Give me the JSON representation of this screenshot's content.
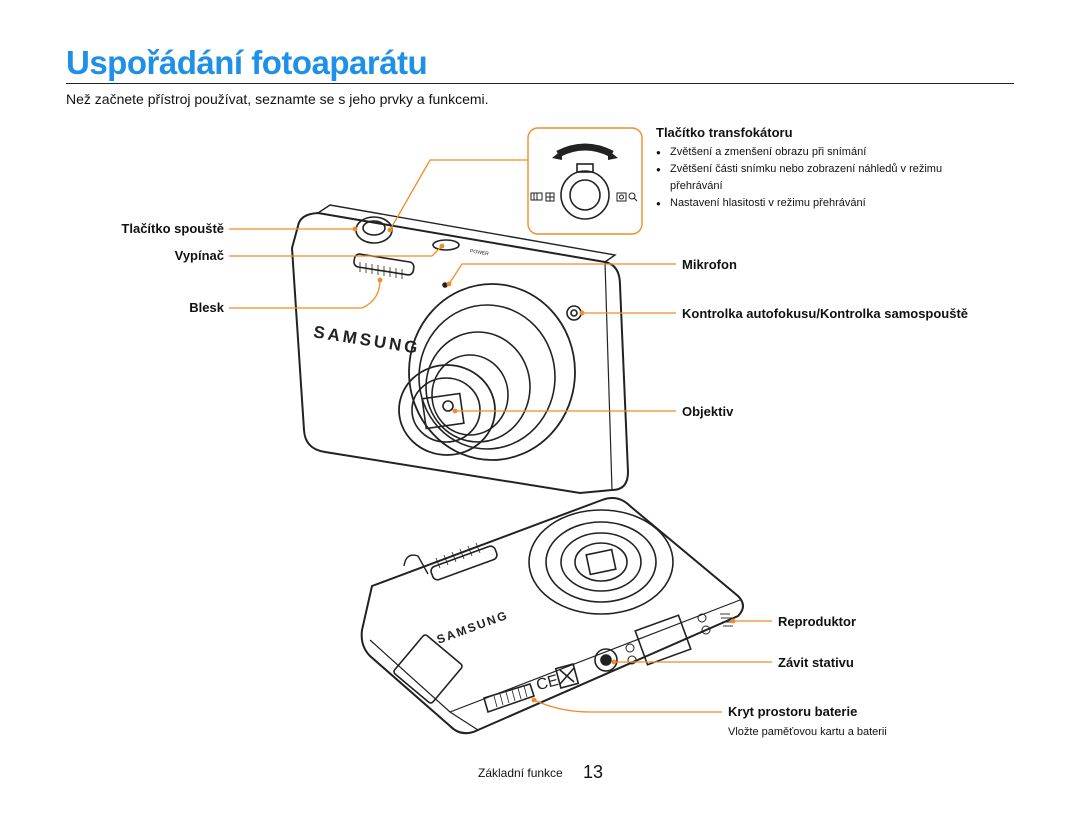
{
  "page": {
    "title": "Uspořádání fotoaparátu",
    "intro": "Než začnete přístroj používat, seznamte se s jeho prvky a funkcemi."
  },
  "labels": {
    "zoom_title": "Tlačítko transfokátoru",
    "zoom_bullets": [
      "Zvětšení a zmenšení obrazu při snímání",
      "Zvětšení části snímku nebo zobrazení náhledů v režimu přehrávání",
      "Nastavení hlasitosti v režimu přehrávání"
    ],
    "shutter": "Tlačítko spouště",
    "power": "Vypínač",
    "flash": "Blesk",
    "microphone": "Mikrofon",
    "af_lamp": "Kontrolka autofokusu/Kontrolka samospouště",
    "lens": "Objektiv",
    "speaker": "Reproduktor",
    "tripod": "Závit stativu",
    "battery_cover": "Kryt prostoru baterie",
    "battery_note": "Vložte paměťovou kartu a baterii"
  },
  "camera": {
    "brand": "SAMSUNG",
    "power_text": "POWER",
    "ce_mark": "CE"
  },
  "footer": {
    "section": "Základní funkce",
    "page_number": "13"
  },
  "colors": {
    "title": "#1e90e8",
    "leader": "#f28c28",
    "outline": "#222222"
  },
  "icons": [
    "wide-icon",
    "thumbnail-icon",
    "telephoto-icon",
    "magnify-icon"
  ]
}
